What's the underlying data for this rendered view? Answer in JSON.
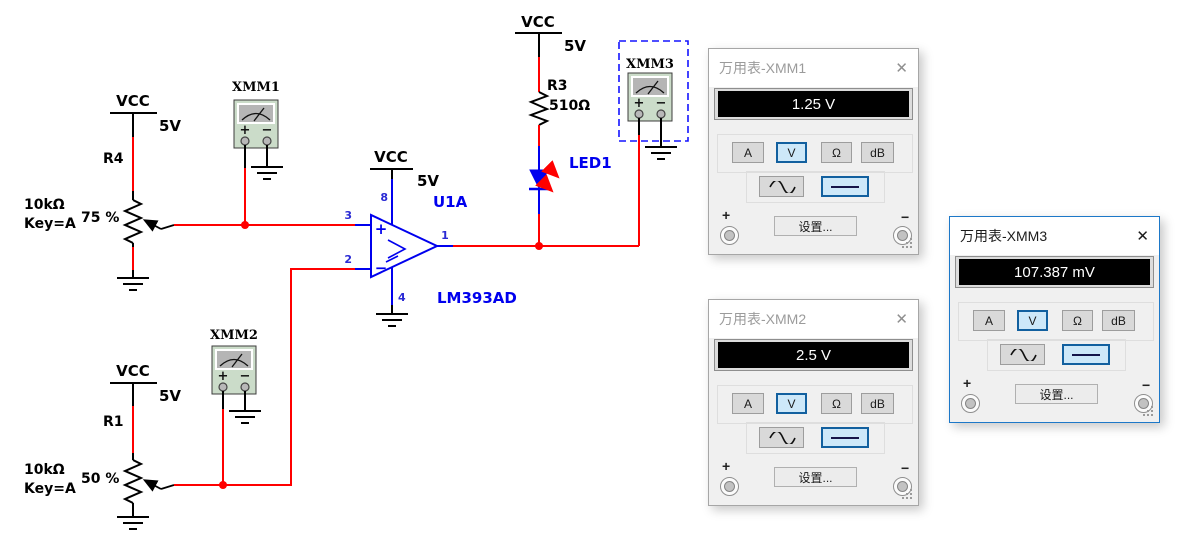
{
  "colors": {
    "wire_red": "#ff0000",
    "schematic_blue": "#0000ee",
    "selection_blue": "#1414ff",
    "active_window_border": "#1d78c8",
    "button_active_bg": "#cde8f9",
    "button_active_border": "#12609f",
    "display_bg": "#000000",
    "display_text": "#ffffff",
    "meter_body_green": "#cbdcc9"
  },
  "schematic": {
    "vcc": {
      "label": "VCC",
      "value": "5V"
    },
    "r4": {
      "ref": "R4",
      "value": "10kΩ",
      "key": "Key=A",
      "percent": "75 %"
    },
    "r1": {
      "ref": "R1",
      "value": "10kΩ",
      "key": "Key=A",
      "percent": "50 %"
    },
    "r3": {
      "ref": "R3",
      "value": "510Ω"
    },
    "led1": {
      "ref": "LED1"
    },
    "u1a": {
      "ref": "U1A",
      "part": "LM393AD",
      "plus_sign": "+",
      "minus_sign": "−",
      "pins": {
        "noninverting": "3",
        "inverting": "2",
        "power": "8",
        "ground": "4",
        "output": "1"
      }
    },
    "xmm1_label": "XMM1",
    "xmm2_label": "XMM2",
    "xmm3_label": "XMM3",
    "meter_plus": "+",
    "meter_minus": "−"
  },
  "meter_controls": {
    "ampere": "A",
    "volt": "V",
    "ohm": "Ω",
    "decibel": "dB",
    "settings": "设置...",
    "plus": "+",
    "minus": "−",
    "close": "✕"
  },
  "multimeter_windows": [
    {
      "title": "万用表-XMM1",
      "reading": "1.25 V"
    },
    {
      "title": "万用表-XMM2",
      "reading": "2.5 V"
    },
    {
      "title": "万用表-XMM3",
      "reading": "107.387 mV"
    }
  ]
}
